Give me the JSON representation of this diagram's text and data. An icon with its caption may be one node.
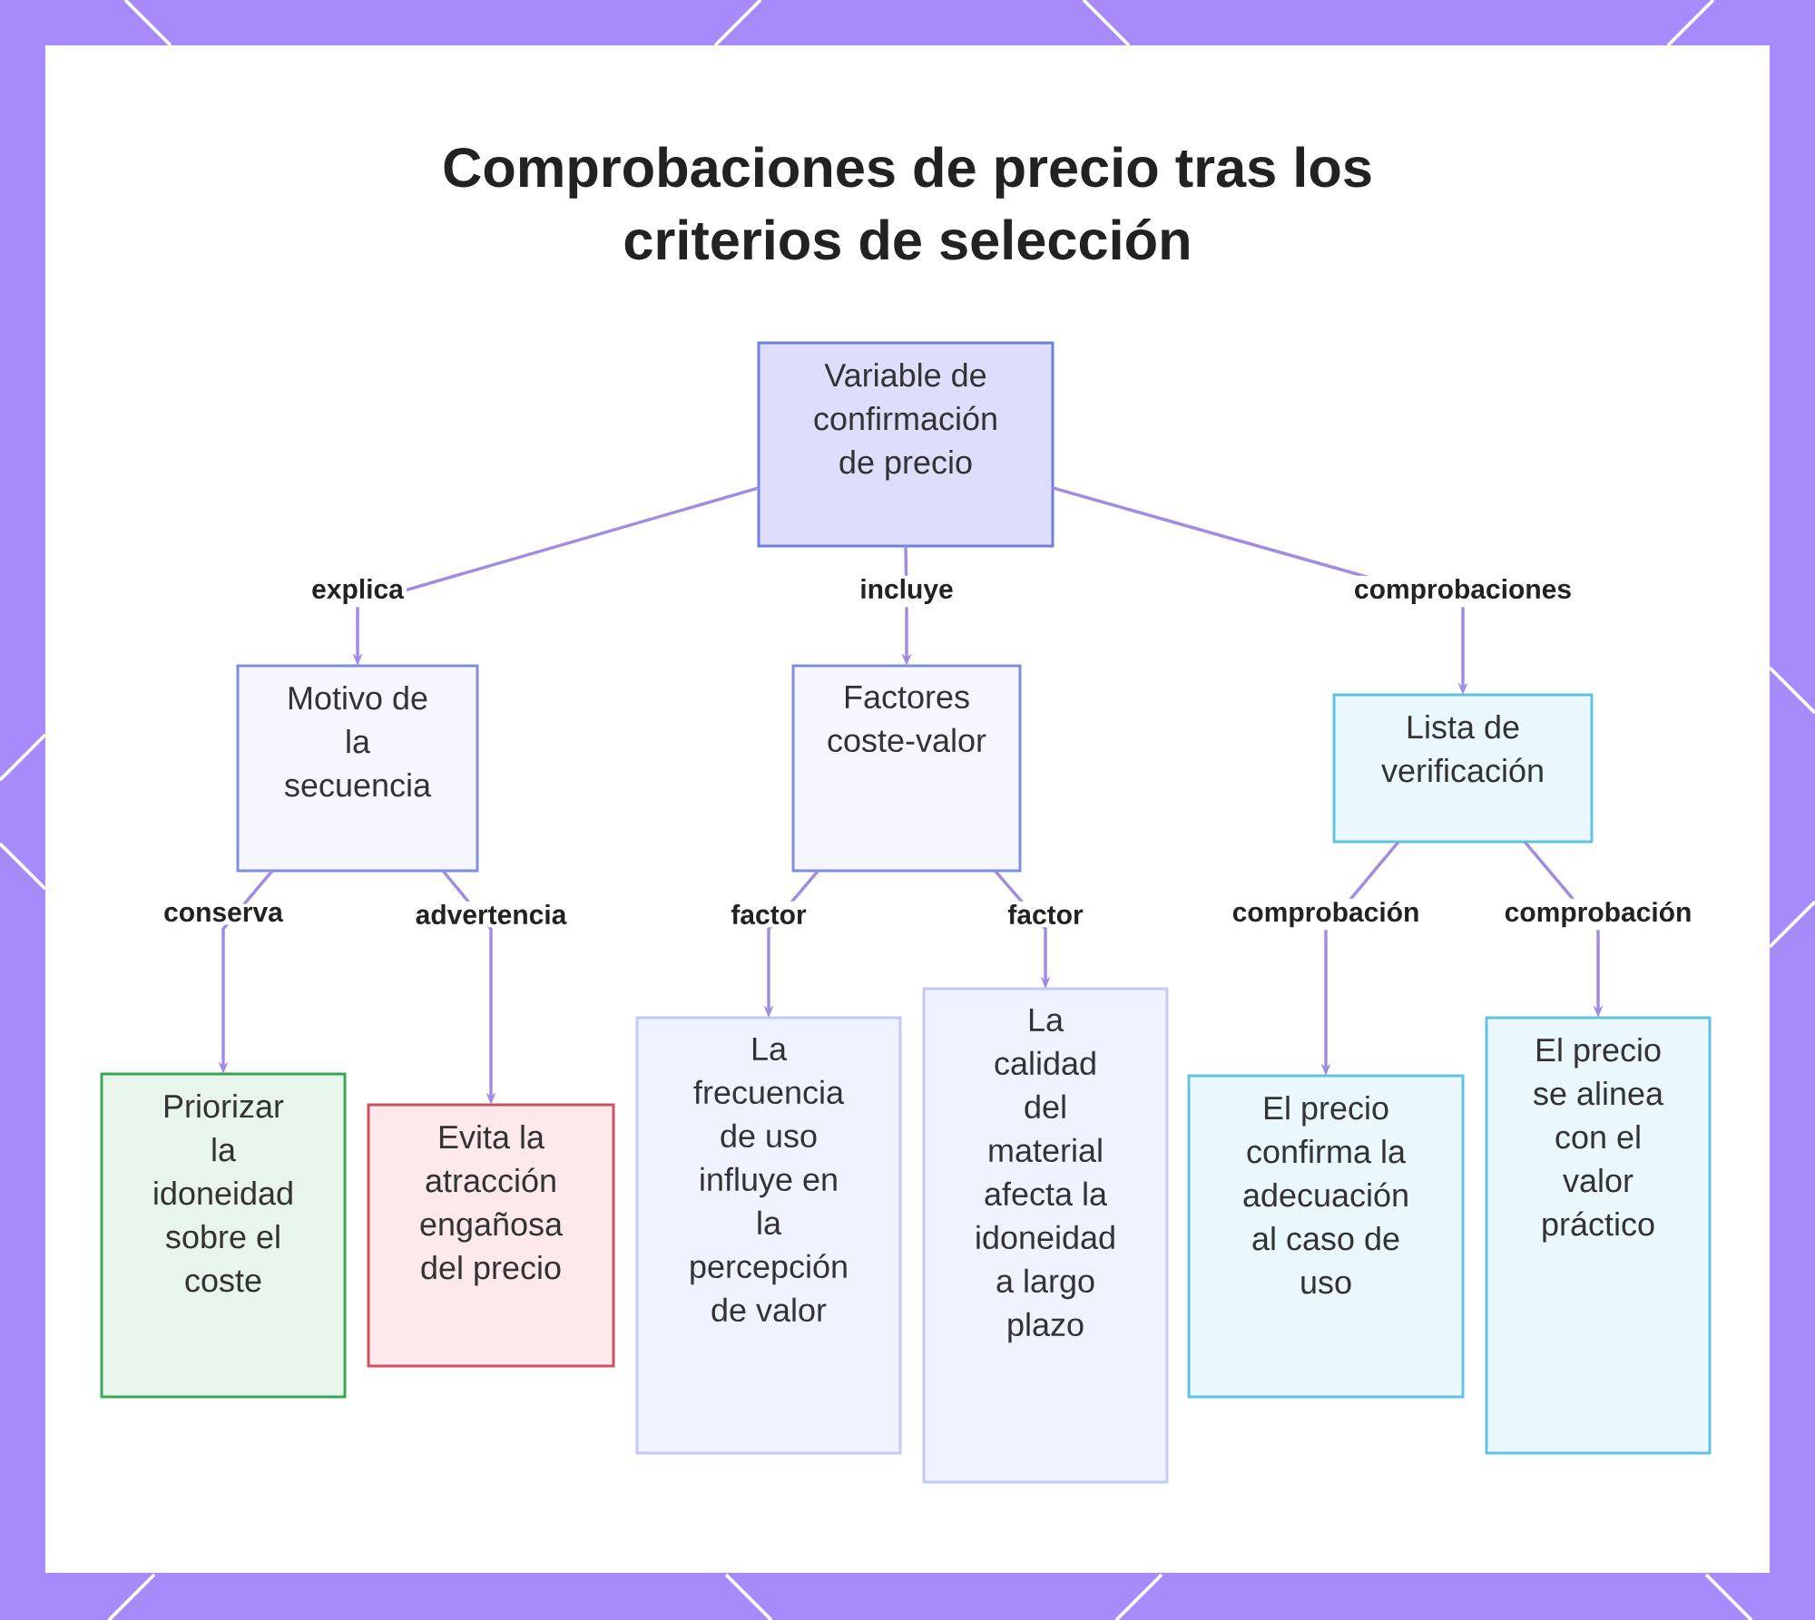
{
  "diagram": {
    "title": "Comprobaciones de precio tras los criterios de selección",
    "nodes": [
      {
        "text": [
          "Variable de confirmación de precio"
        ]
      },
      {
        "text": [
          "Motivo de la secuencia"
        ]
      },
      {
        "text": [
          "Factores coste-valor"
        ]
      },
      {
        "text": [
          "Lista de verificación"
        ]
      },
      {
        "text": [
          "Priorizar la idoneidad sobre el coste"
        ]
      },
      {
        "text": [
          "Evita la atracción engañosa del precio"
        ]
      },
      {
        "text": [
          "La frecuencia de uso influye en la percepción de valor"
        ]
      },
      {
        "text": [
          "La calidad del material afecta la idoneidad a largo plazo"
        ]
      },
      {
        "text": [
          "El precio confirma la adecuación al caso de uso"
        ]
      },
      {
        "text": [
          "El precio se alinea con el valor práctico"
        ]
      }
    ],
    "edges": [
      {
        "from": 0,
        "to": 1,
        "arrow": "to",
        "label": "explica"
      },
      {
        "from": 0,
        "to": 2,
        "arrow": "to",
        "label": "incluye"
      },
      {
        "from": 0,
        "to": 3,
        "arrow": "to",
        "label": "comprobaciones"
      },
      {
        "from": 1,
        "to": 4,
        "arrow": "to",
        "label": "conserva"
      },
      {
        "from": 1,
        "to": 5,
        "arrow": "to",
        "label": "advertencia"
      },
      {
        "from": 2,
        "to": 6,
        "arrow": "to",
        "label": "factor"
      },
      {
        "from": 2,
        "to": 7,
        "arrow": "to",
        "label": "factor"
      },
      {
        "from": 3,
        "to": 8,
        "arrow": "to",
        "label": "comprobación"
      },
      {
        "from": 3,
        "to": 9,
        "arrow": "to",
        "label": "comprobación"
      }
    ]
  }
}
